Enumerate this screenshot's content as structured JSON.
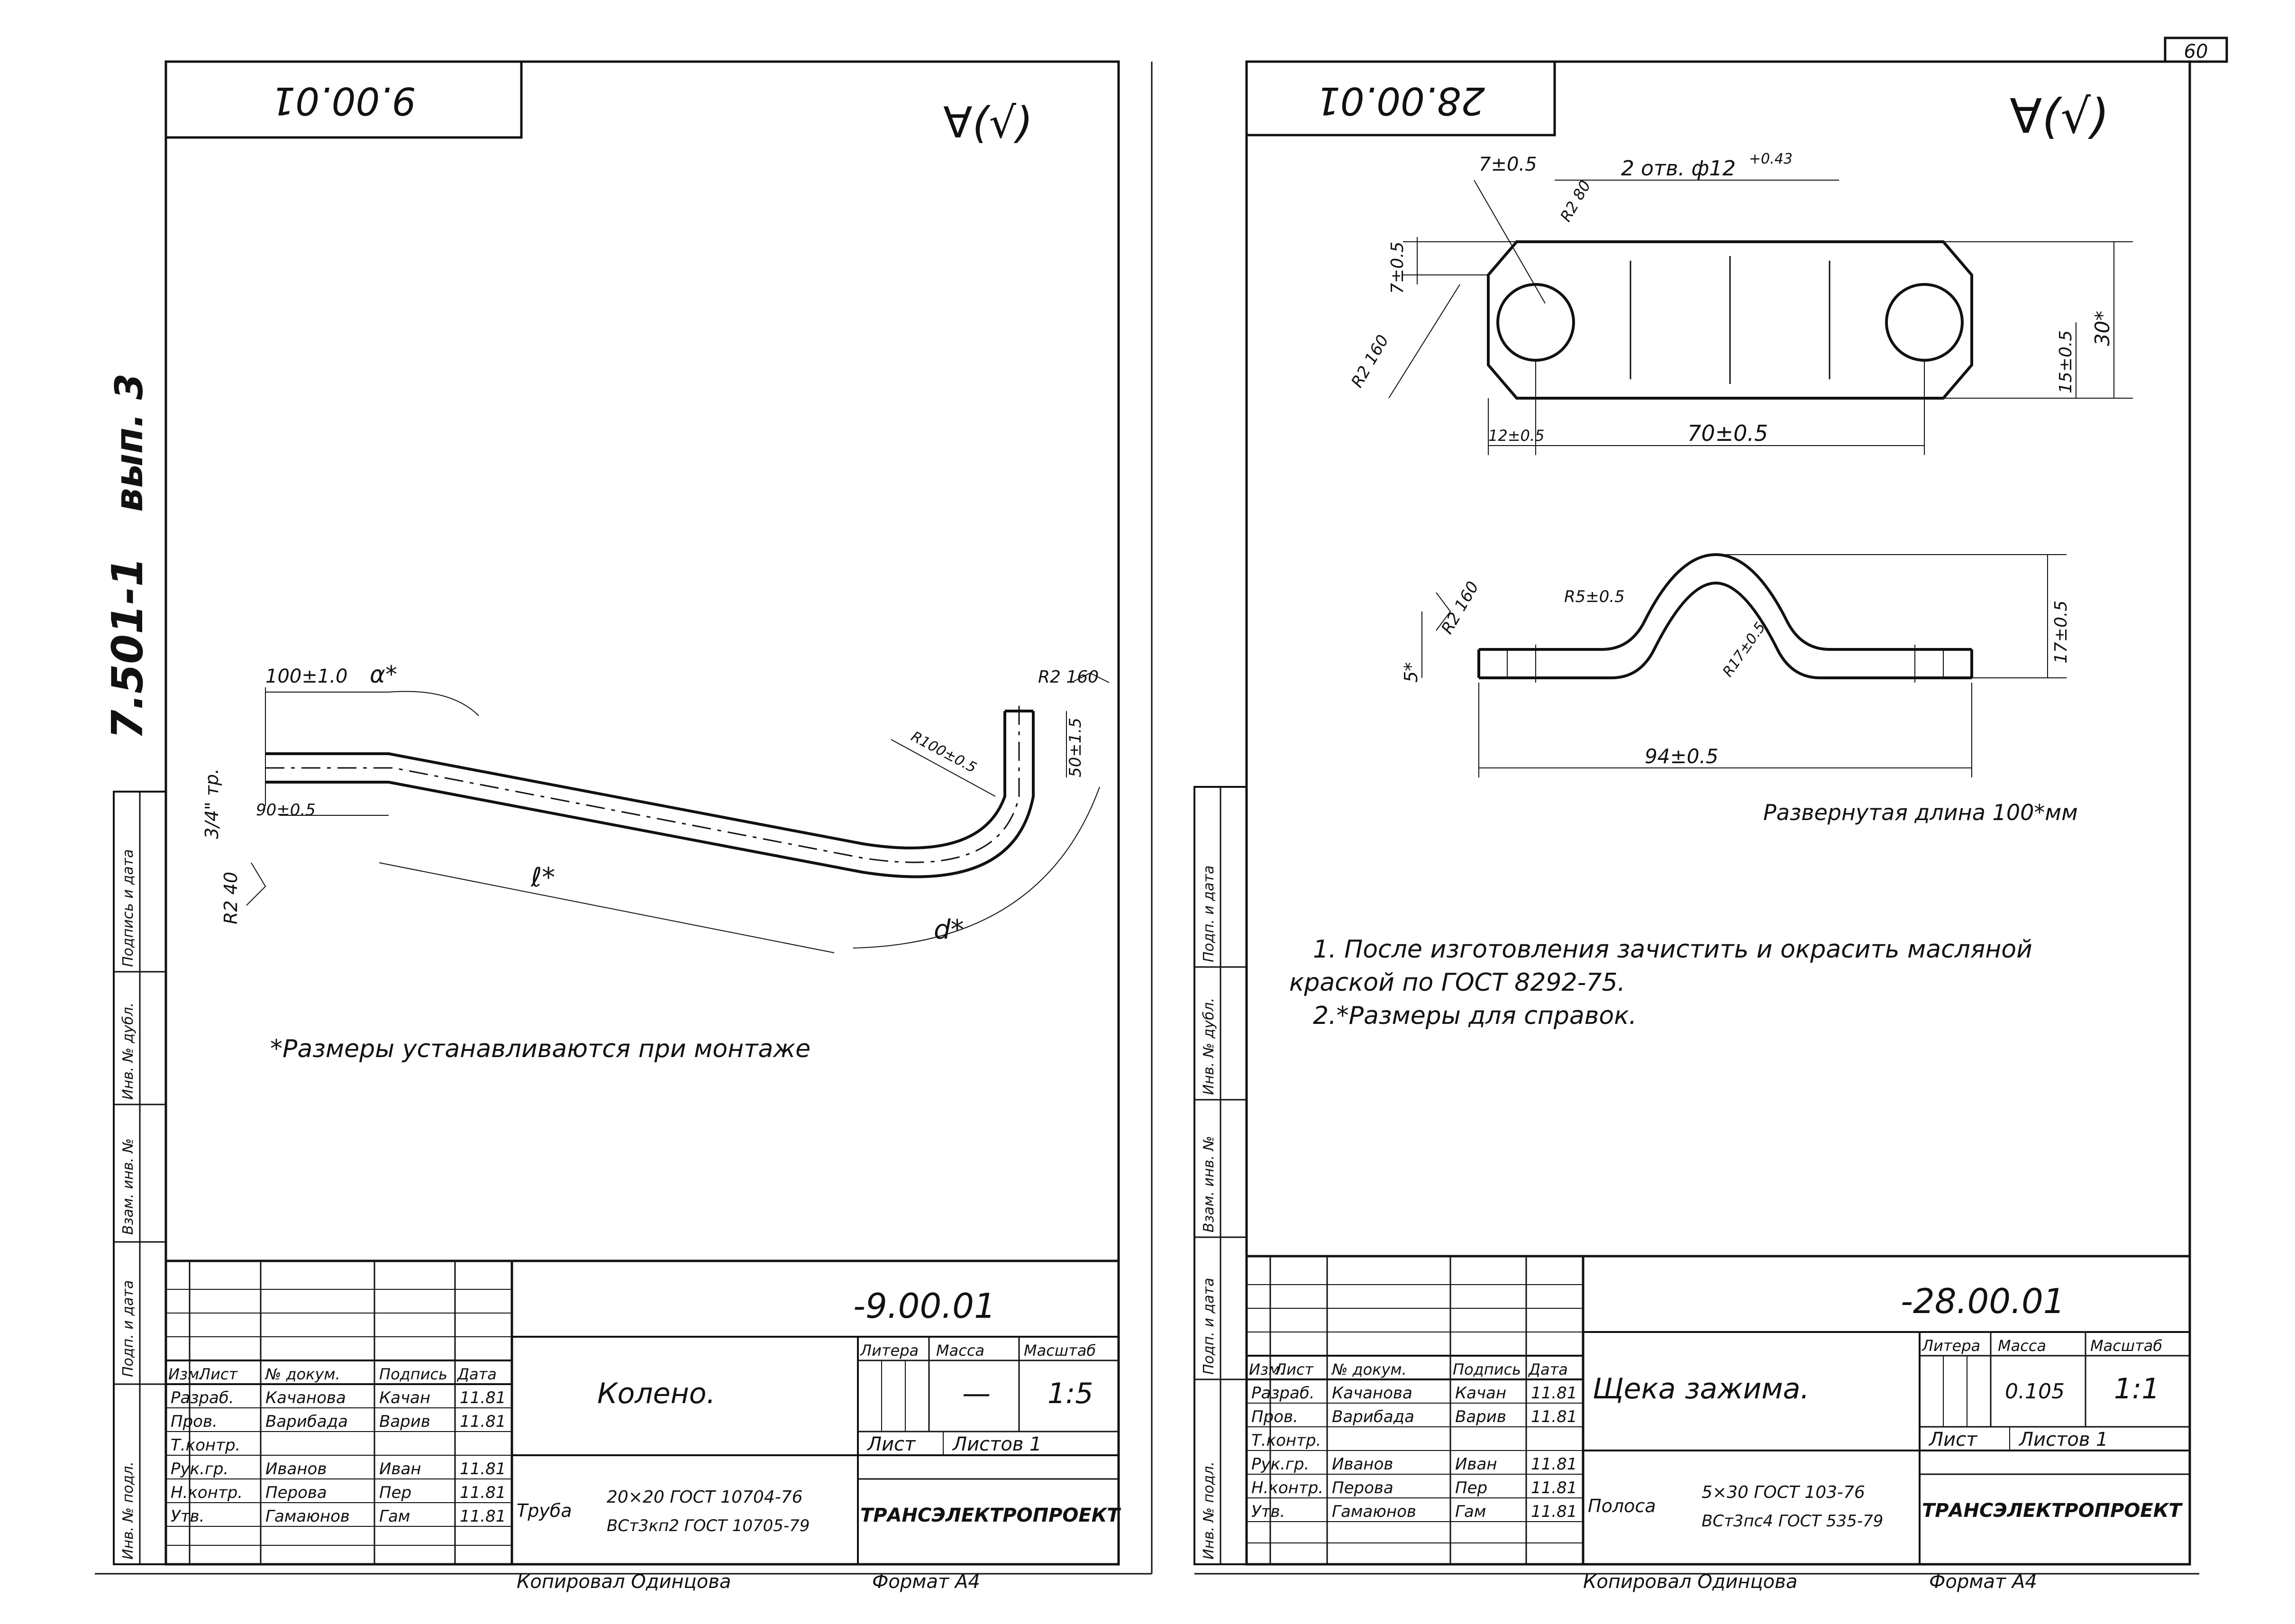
{
  "series": {
    "code": "7.501-1",
    "issue": "вып. 3"
  },
  "page_number": "60",
  "left_strip_labels": [
    "Инв. № подл.",
    "Подп. и дата",
    "Взам. инв. №",
    "Инв. № дубл.",
    "Подпись и дата"
  ],
  "right_strip_labels": [
    "Инв. № подл.",
    "Подп. и дата",
    "Взам. инв. №",
    "Инв. № дубл.",
    "Подп. и дата"
  ],
  "sheets": [
    {
      "stamp_code": "9.00.01",
      "roughness": "∀(√)",
      "drawing_labels": {
        "dim_100": "100±1.0",
        "dim_alpha": "α*",
        "dim_pipe": "3/4\" тр.",
        "dim_90": "90±0.5",
        "dim_r40": "R2 40",
        "dim_l": "ℓ*",
        "dim_d": "d*",
        "dim_r160": "R2 160",
        "dim_r100": "R100±0.5",
        "dim_50": "50±1.5"
      },
      "notes": [
        "*Размеры устанавливаются при монтаже"
      ],
      "title_block": {
        "code": "-9.00.01",
        "name": "Колено.",
        "col_headers": [
          "Изм.",
          "Лист",
          "№ докум.",
          "Подпись",
          "Дата"
        ],
        "rows": [
          [
            "Разраб.",
            "Качанова",
            "Качан",
            "11.81"
          ],
          [
            "Пров.",
            "Варибада",
            "Варив",
            "11.81"
          ],
          [
            "Т.контр.",
            "",
            "",
            ""
          ],
          [
            "Рук.гр.",
            "Иванов",
            "Иван",
            "11.81"
          ],
          [
            "Н.контр.",
            "Перова",
            "Пер",
            "11.81"
          ],
          [
            "Утв.",
            "Гамаюнов",
            "Гам",
            "11.81"
          ]
        ],
        "litera_label": "Литера",
        "mass_label": "Масса",
        "scale_label": "Масштаб",
        "mass": "—",
        "scale": "1:5",
        "sheet_label": "Лист",
        "sheets_label": "Листов 1",
        "material_prefix": "Труба",
        "material_line1": "20×20 ГОСТ 10704-76",
        "material_line2": "ВСт3кп2 ГОСТ 10705-79",
        "org": "ТРАНСЭЛЕКТРОПРОЕКТ"
      },
      "copied_by": "Копировал Одинцова",
      "format": "Формат А4"
    },
    {
      "stamp_code": "28.00.01",
      "roughness": "∀(√)",
      "drawing_labels": {
        "dim_7a": "7±0.5",
        "dim_holes": "2 отв. ф12",
        "dim_holes_tol": "+0.43",
        "dim_r80": "R2 80",
        "dim_7b": "7±0.5",
        "dim_r160": "R2 160",
        "dim_12": "12±0.5",
        "dim_70": "70±0.5",
        "dim_15": "15±0.5",
        "dim_30": "30*",
        "dim_r160b": "R2 160",
        "dim_r5": "R5±0.5",
        "dim_s": "5*",
        "dim_r17": "R17±0.5",
        "dim_17": "17±0.5",
        "dim_94": "94±0.5",
        "developed": "Развернутая длина 100*мм"
      },
      "notes": [
        "1. После изготовления зачистить и окрасить масляной",
        "краской по ГОСТ 8292-75.",
        "2.*Размеры для справок."
      ],
      "title_block": {
        "code": "-28.00.01",
        "name": "Щека зажима.",
        "col_headers": [
          "Изм.",
          "Лист",
          "№ докум.",
          "Подпись",
          "Дата"
        ],
        "rows": [
          [
            "Разраб.",
            "Качанова",
            "Качан",
            "11.81"
          ],
          [
            "Пров.",
            "Варибада",
            "Варив",
            "11.81"
          ],
          [
            "Т.контр.",
            "",
            "",
            ""
          ],
          [
            "Рук.гр.",
            "Иванов",
            "Иван",
            "11.81"
          ],
          [
            "Н.контр.",
            "Перова",
            "Пер",
            "11.81"
          ],
          [
            "Утв.",
            "Гамаюнов",
            "Гам",
            "11.81"
          ]
        ],
        "litera_label": "Литера",
        "mass_label": "Масса",
        "scale_label": "Масштаб",
        "mass": "0.105",
        "scale": "1:1",
        "sheet_label": "Лист",
        "sheets_label": "Листов 1",
        "material_prefix": "Полоса",
        "material_line1": "5×30 ГОСТ 103-76",
        "material_line2": "ВСт3пс4 ГОСТ 535-79",
        "org": "ТРАНСЭЛЕКТРОПРОЕКТ"
      },
      "copied_by": "Копировал Одинцова",
      "format": "Формат А4"
    }
  ]
}
